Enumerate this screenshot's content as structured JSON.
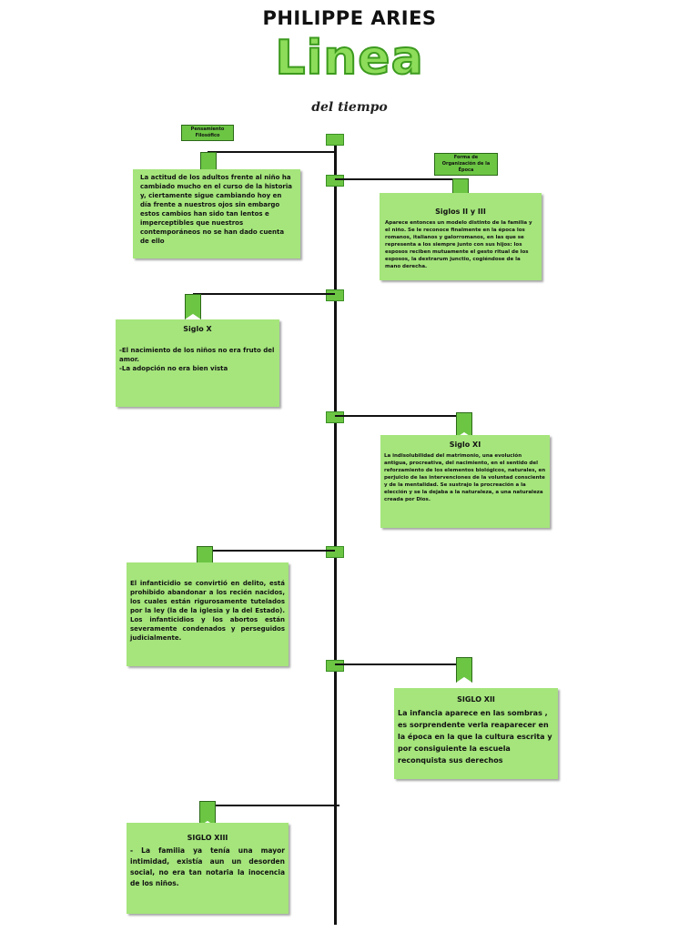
{
  "header": {
    "author": "PHILIPPE ARIES",
    "title": "Linea",
    "subtitle": "del tiempo"
  },
  "tags": {
    "pensamiento": "Pensamiento Filosófico",
    "forma": "Forma de Organización de la Época"
  },
  "events": [
    {
      "heading": "",
      "text": "La actitud de los adultos frente al niño ha cambiado mucho en el curso de la historia y, ciertamente sigue cambiando hoy en día frente a nuestros ojos sin embargo estos cambios han sido tan lentos e imperceptibles que nuestros contemporáneos no se han dado cuenta de ello"
    },
    {
      "heading": "Siglos II y III",
      "text": "Aparece entonces un modelo distinto de la familia y el niño. Se le reconoce finalmente en la época los romanos, italianos y galorromanos, en las que se representa a los siempre junto con sus hijos: los esposos reciben mutuamente el gesto ritual de los esposos, la dextrarum junctio, cogiéndose de la mano derecha."
    },
    {
      "heading": "Siglo X",
      "text": "-El nacimiento de los niños no era fruto del amor.\n-La adopción no era bien vista"
    },
    {
      "heading": "Siglo XI",
      "text": "La indisolubilidad del matrimonio, una evolución antigua, procreativa, del nacimiento, en el sentido del reforzamiento de los elementos biológicos, naturales, en perjuicio de las intervenciones de la voluntad consciente y de la mentalidad. Se sustrajo la procreación a la elección y se la dejaba a la naturaleza, a una naturaleza creada por Dios."
    },
    {
      "heading": "",
      "text": "El infanticidio se convirtió en delito, está prohibido abandonar a los recién nacidos, los cuales están rigurosamente tutelados por la ley (la de la iglesia y la del Estado). Los infanticidios y los abortos están severamente condenados y perseguidos judicialmente."
    },
    {
      "heading": "SIGLO XII",
      "text": "La infancia aparece en las sombras , es sorprendente verla reaparecer en la época en la que la cultura escrita y por consiguiente la escuela reconquista sus derechos"
    },
    {
      "heading": "SIGLO XIII",
      "text": "- La familia ya tenía una mayor intimidad, existía aun un desorden social, no era tan notaria la inocencia de los niños."
    }
  ]
}
